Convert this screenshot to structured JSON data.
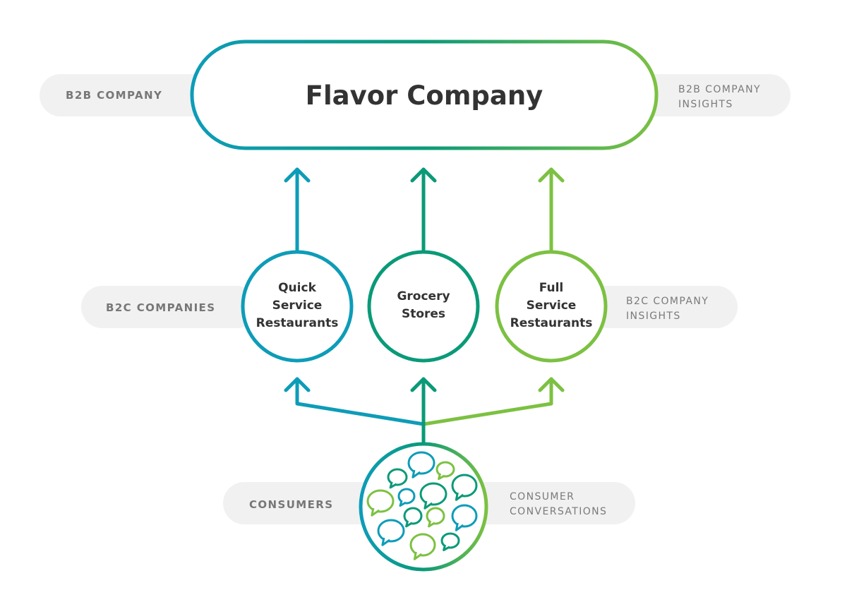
{
  "colors": {
    "blue": "#0d9cb8",
    "teal": "#0a9a78",
    "green": "#7cc142",
    "pill_bg": "#f1f1f1",
    "text_dark": "#333333",
    "text_gray": "#777777"
  },
  "top": {
    "title": "Flavor Company",
    "left_label": "B2B COMPANY",
    "right_label_line1": "B2B COMPANY",
    "right_label_line2": "INSIGHTS"
  },
  "middle": {
    "left_label": "B2C COMPANIES",
    "right_label_line1": "B2C COMPANY",
    "right_label_line2": "INSIGHTS",
    "nodes": [
      {
        "lines": [
          "Quick",
          "Service",
          "Restaurants"
        ],
        "color": "blue"
      },
      {
        "lines": [
          "Grocery",
          "Stores"
        ],
        "color": "teal"
      },
      {
        "lines": [
          "Full",
          "Service",
          "Restaurants"
        ],
        "color": "green"
      }
    ]
  },
  "bottom": {
    "left_label": "CONSUMERS",
    "right_label_line1": "CONSUMER",
    "right_label_line2": "CONVERSATIONS",
    "icon": "speech-bubbles-icon"
  }
}
